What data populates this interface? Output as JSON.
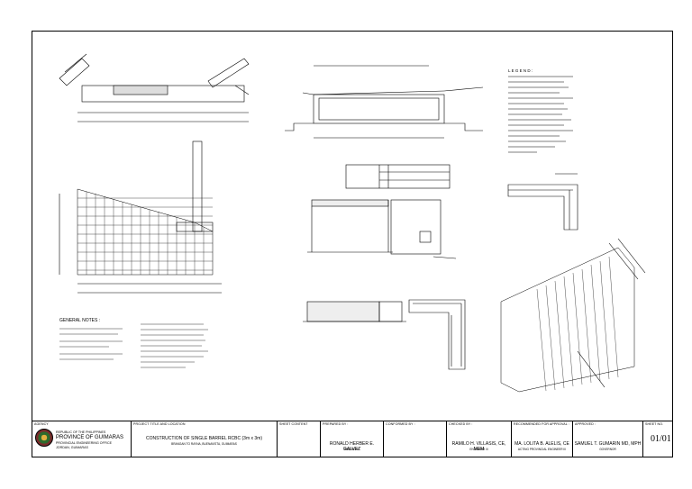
{
  "title_block": {
    "agency": {
      "header": "AGENCY",
      "line1": "REPUBLIC OF THE PHILIPPINES",
      "line2": "PROVINCE OF GUIMARAS",
      "line3": "PROVINCIAL ENGINEERING OFFICE",
      "line4": "JORDAN, GUIMARAS"
    },
    "project": {
      "header": "PROJECT TITLE AND LOCATION",
      "title": "CONSTRUCTION OF SINGLE BARREL RCBC (3m x 3m)",
      "location": "BRANGAN TO RAYNA, BUENAVISTA, GUIMARAS"
    },
    "sheet_content": {
      "header": "SHEET CONTENT"
    },
    "prepared_by": {
      "header": "PREPARED BY :",
      "name": "RONALD HERBER E. GALVEZ",
      "role": "ENGINEER"
    },
    "conformed_by": {
      "header": "CONFORMED BY :"
    },
    "checked_by": {
      "header": "CHECKED BY :",
      "name": "RAMILO H. VILLASIS, CE, MEM",
      "role": "ENGINEER III"
    },
    "recommended": {
      "header": "RECOMMENDED FOR APPROVAL :",
      "name": "MA. LOLITA B. ALELIS, CE",
      "role": "ACTING PROVINCIAL ENGINEER III"
    },
    "approved": {
      "header": "APPROVED :",
      "name": "SAMUEL T. GUMARIN MD, MPH",
      "role": "GOVERNOR"
    },
    "sheet_no": {
      "header": "SHEET NO.",
      "value": "01/01"
    }
  },
  "drawing": {
    "general_notes_title": "GENERAL NOTES :",
    "legend_title": "L E G E N D :"
  }
}
